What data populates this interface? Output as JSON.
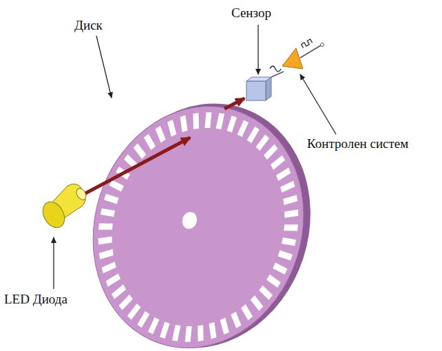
{
  "diagram": {
    "labels": [
      "Диск",
      "Сензор",
      "Контролен систем",
      "LED Диода"
    ]
  }
}
